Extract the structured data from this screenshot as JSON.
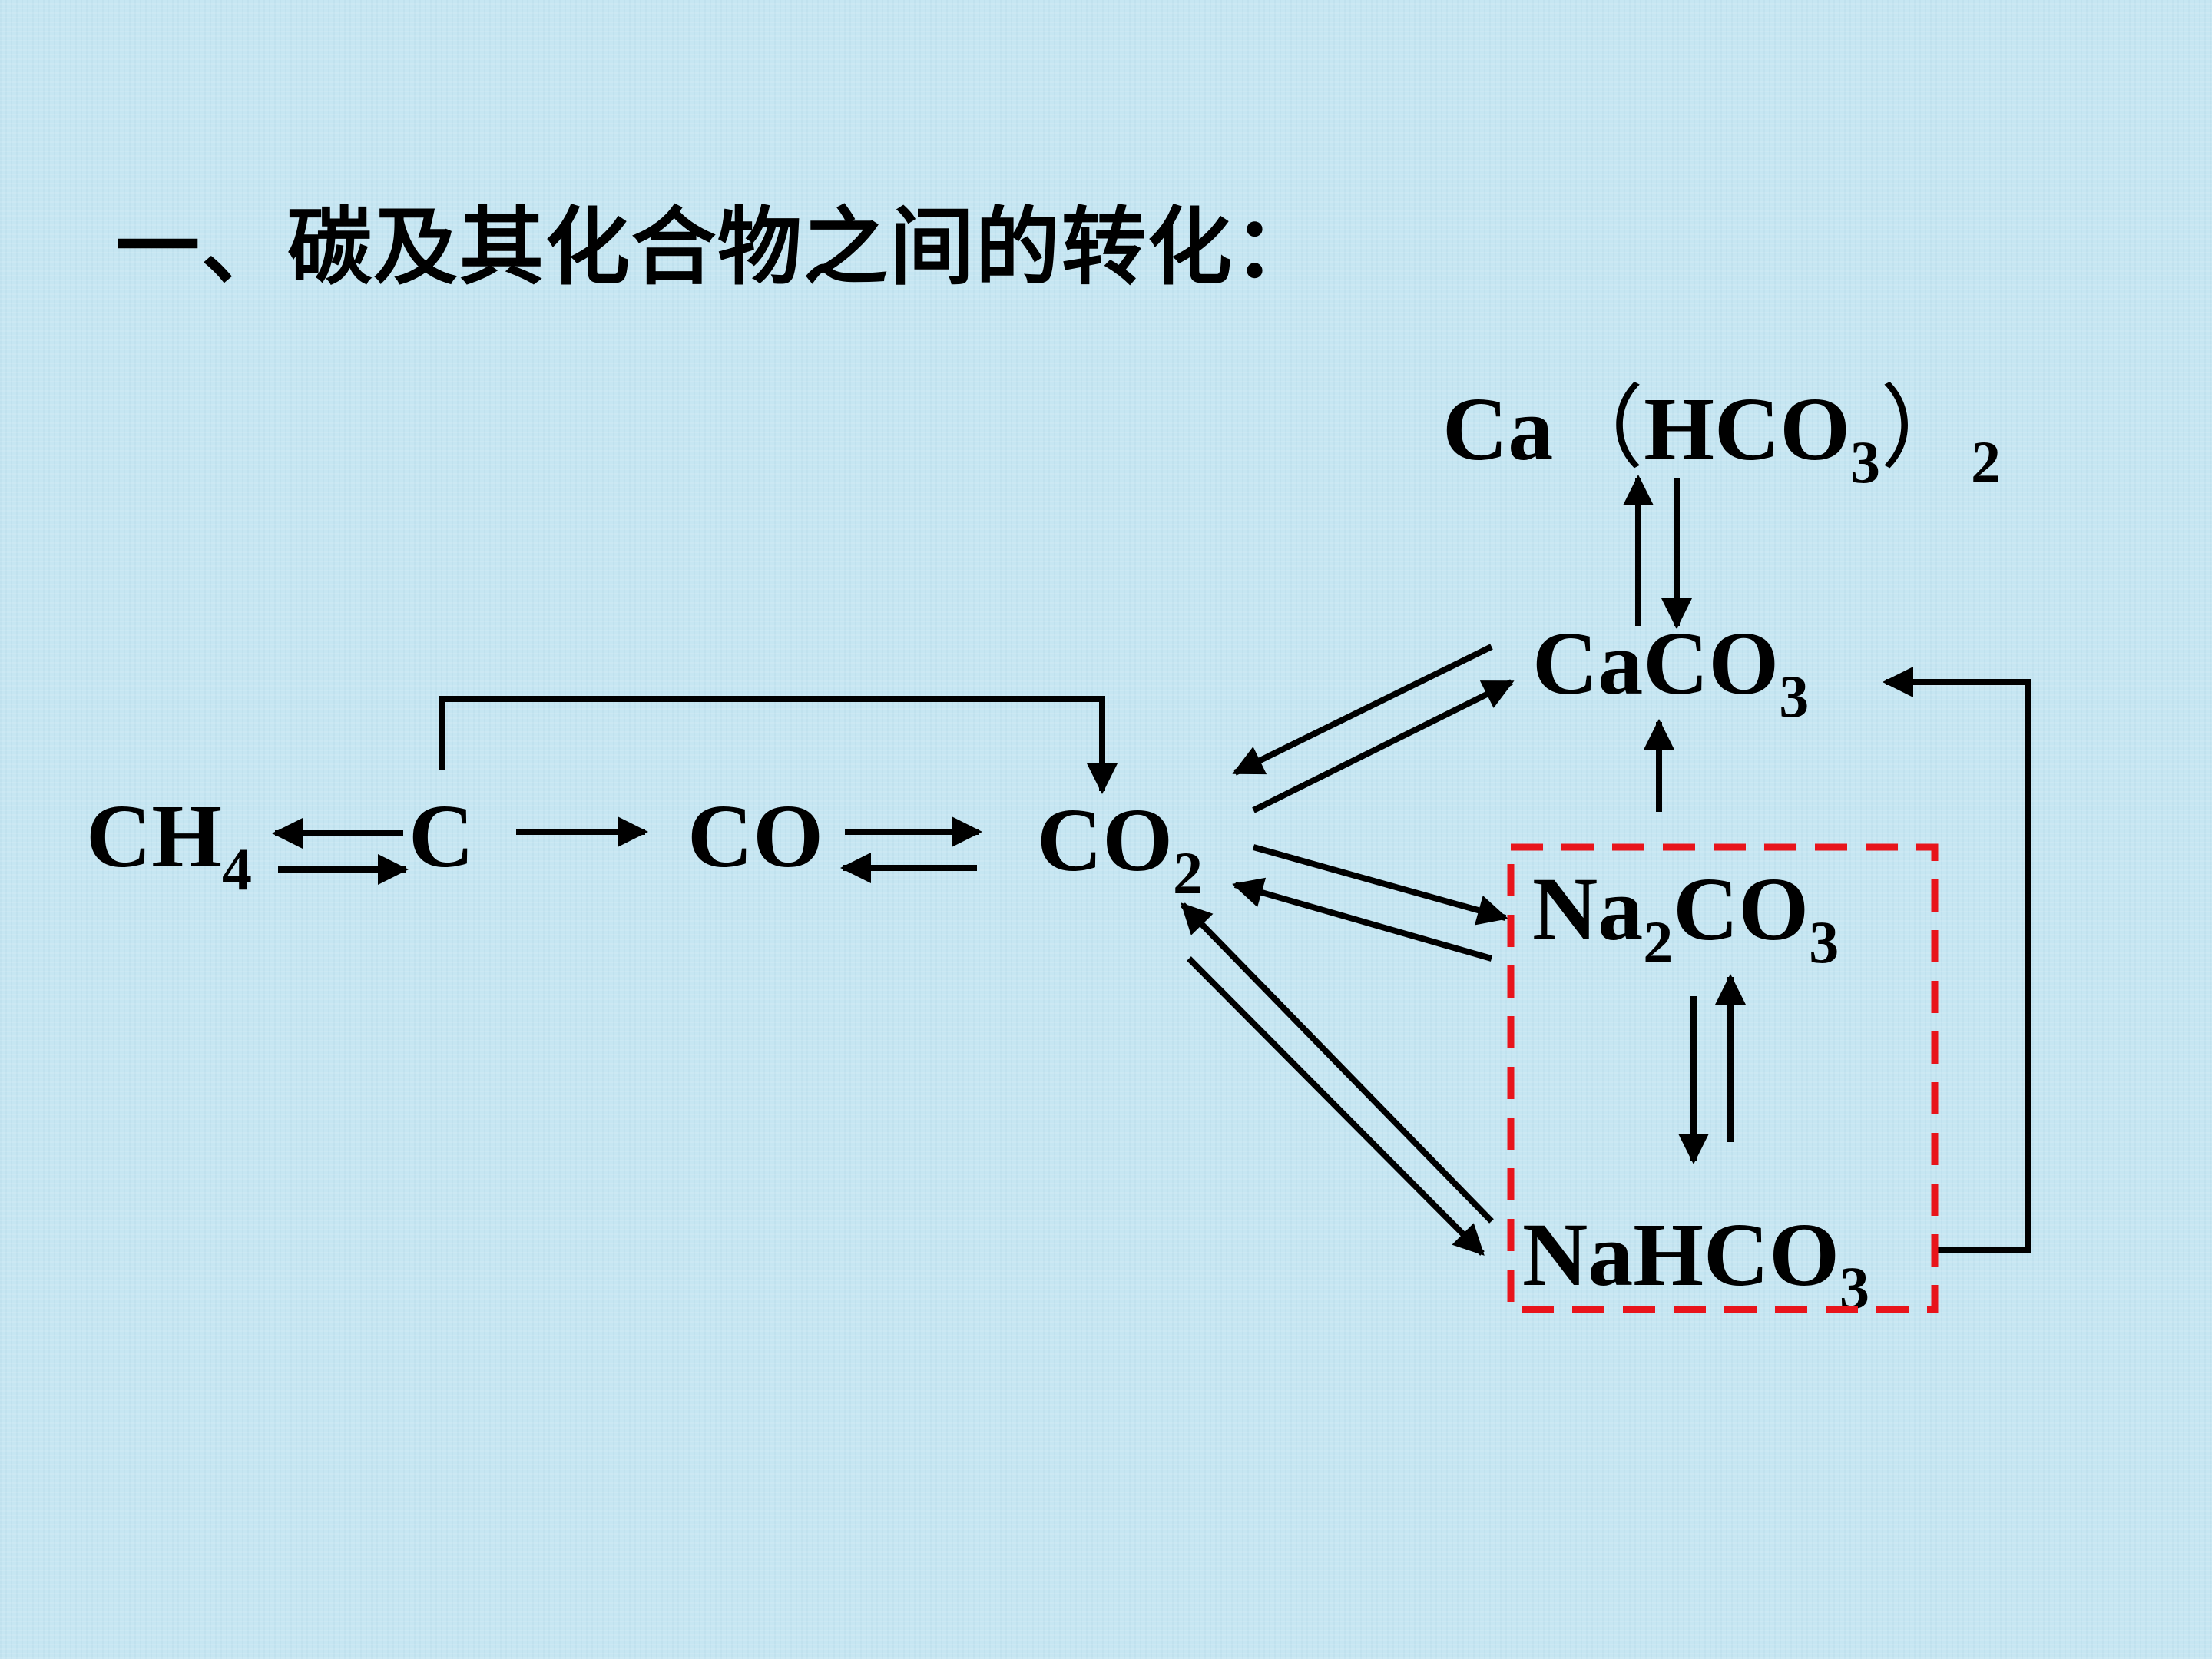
{
  "title": "一、碳及其化合物之间的转化：",
  "nodes": {
    "ch4": {
      "main": "CH",
      "sub": "4"
    },
    "c": {
      "main": "C"
    },
    "co": {
      "main": "CO"
    },
    "co2": {
      "main": "CO",
      "sub": "2"
    },
    "cahco3": {
      "a": "Ca",
      "lp": "（",
      "b": "HCO",
      "sub1": "3",
      "rp": "）",
      "sub2": "2"
    },
    "caco3": {
      "main": "CaCO",
      "sub": "3"
    },
    "na2co3": {
      "a": "Na",
      "sub1": "2",
      "b": "CO",
      "sub2": "3"
    },
    "nahco3": {
      "main": "NaHCO",
      "sub": "3"
    }
  },
  "colors": {
    "arrow": "#000000",
    "highlight_box": "#e8141b",
    "background": "#c6e6f2"
  }
}
